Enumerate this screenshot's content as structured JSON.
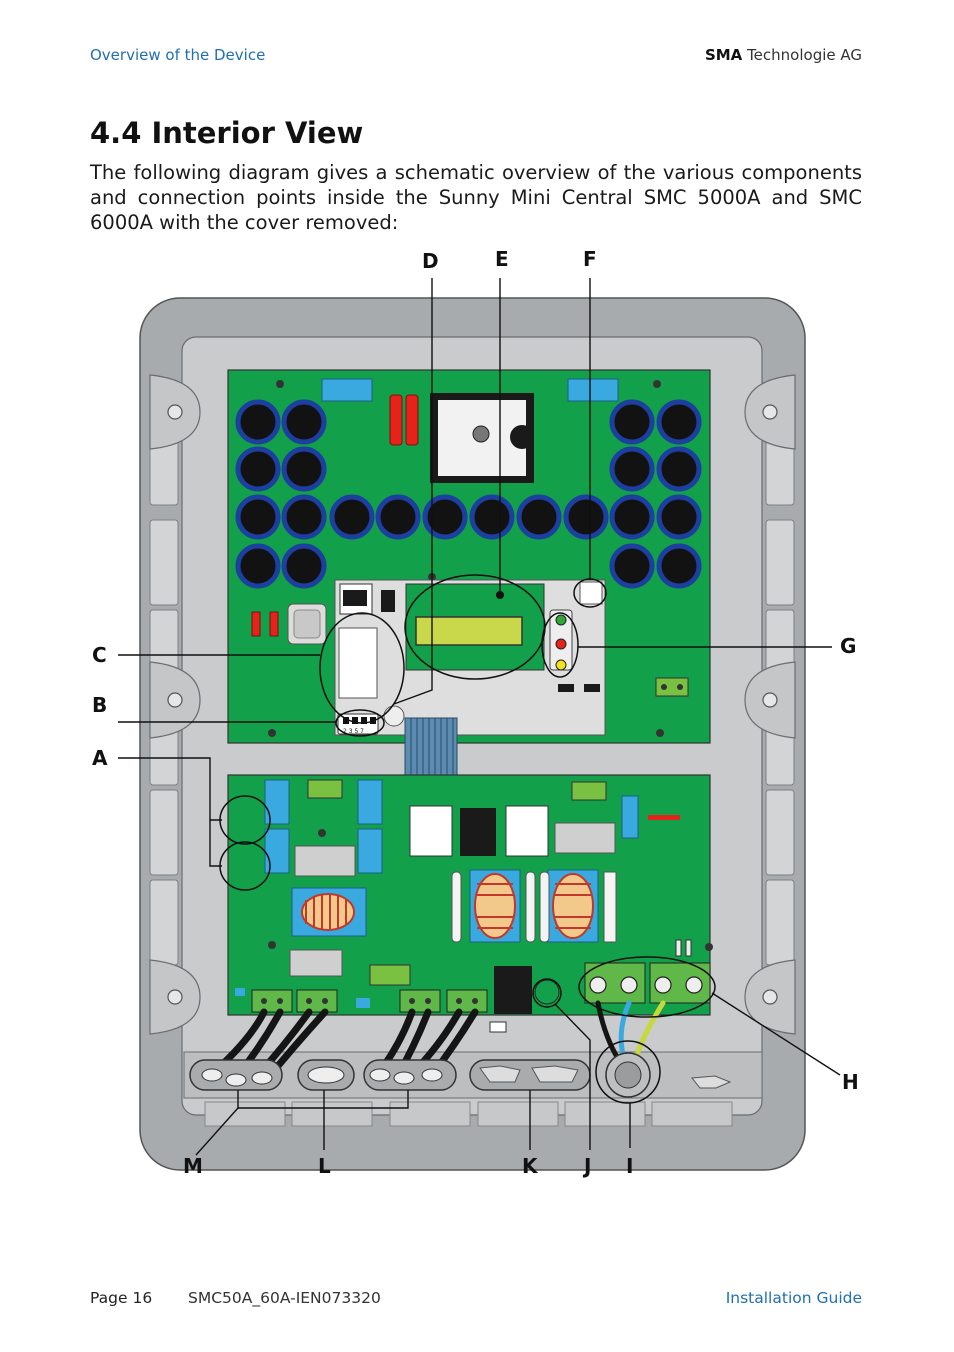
{
  "header": {
    "section": "Overview of the Device",
    "brand": "SMA",
    "company": "Technologie AG"
  },
  "section_title": "4.4 Interior View",
  "intro": "The following diagram gives a schematic overview of the various components and connection points inside the Sunny Mini Central SMC 5000A and SMC 6000A with the cover removed:",
  "diagram": {
    "labels": {
      "a": "A",
      "b": "B",
      "c": "C",
      "d": "D",
      "e": "E",
      "f": "F",
      "g": "G",
      "h": "H",
      "i": "I",
      "j": "J",
      "k": "K",
      "l": "L",
      "m": "M"
    },
    "connector_digits": "2 3 5 7"
  },
  "footer": {
    "page": "Page 16",
    "doc_id": "SMC50A_60A-IEN073320",
    "guide": "Installation Guide"
  }
}
